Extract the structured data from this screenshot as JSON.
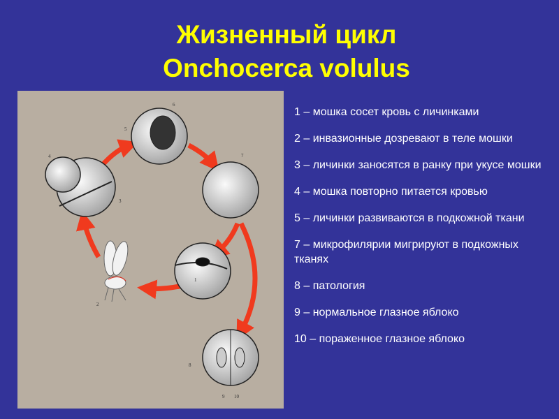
{
  "title": {
    "line1": "Жизненный цикл",
    "line2": "Onchocerca volulus"
  },
  "figure": {
    "stage_labels": [
      "1",
      "2",
      "3",
      "4",
      "5",
      "6",
      "7",
      "8",
      "9",
      "10"
    ],
    "arrow_color": "#f03a1e"
  },
  "legend": [
    "1 – мошка сосет кровь с личинками",
    "2 – инвазионные дозревают в теле мошки",
    "3 – личинки заносятся в ранку при укусе мошки",
    "4 – мошка повторно питается кровью",
    "5 – личинки развиваются в подкожной ткани",
    "7 – микрофилярии мигрируют в подкожных тканях",
    "8 – патология",
    "9 – нормальное глазное яблоко",
    "10 – пораженное глазное яблоко"
  ],
  "colors": {
    "background": "#333399",
    "title": "#ffff00",
    "text": "#ffffff"
  }
}
